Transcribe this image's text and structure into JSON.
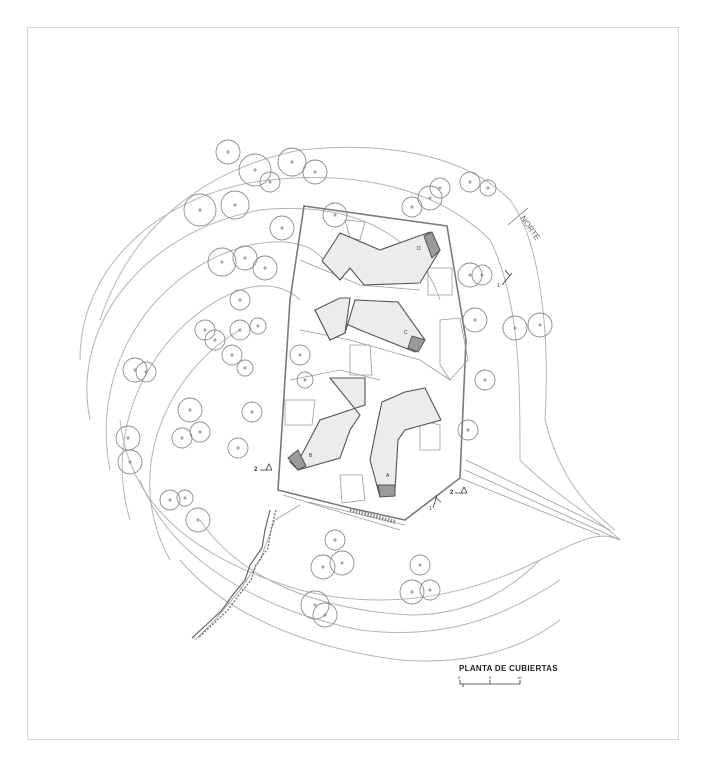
{
  "drawing": {
    "title": "PLANTA DE CUBIERTAS",
    "north_label": "NORTE",
    "scale_ticks": [
      "0",
      "5",
      "10"
    ],
    "buildings": [
      "A",
      "B",
      "C",
      "D"
    ],
    "section_markers": [
      "1",
      "1",
      "2",
      "2"
    ]
  }
}
